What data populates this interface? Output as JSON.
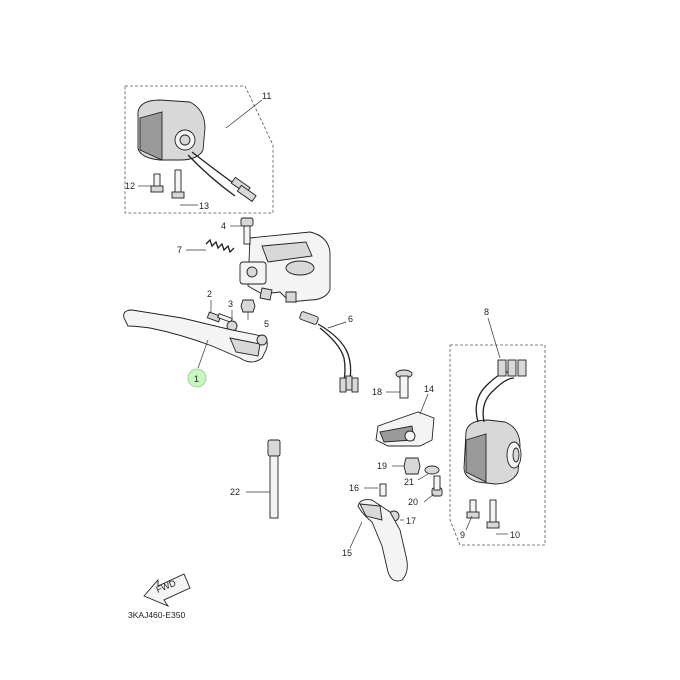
{
  "callouts": [
    {
      "id": "1",
      "highlighted": true
    },
    {
      "id": "2"
    },
    {
      "id": "3"
    },
    {
      "id": "4"
    },
    {
      "id": "5"
    },
    {
      "id": "6"
    },
    {
      "id": "7"
    },
    {
      "id": "8"
    },
    {
      "id": "9"
    },
    {
      "id": "10"
    },
    {
      "id": "11"
    },
    {
      "id": "12"
    },
    {
      "id": "13"
    },
    {
      "id": "14"
    },
    {
      "id": "15"
    },
    {
      "id": "16"
    },
    {
      "id": "17"
    },
    {
      "id": "18"
    },
    {
      "id": "19"
    },
    {
      "id": "20"
    },
    {
      "id": "21"
    },
    {
      "id": "22"
    }
  ],
  "fwd_label": "FWD",
  "diagram_code": "3KAJ460-E350",
  "colors": {
    "highlight": "#c9f5c1",
    "highlight_stroke": "#8fd08a",
    "line": "#222222"
  }
}
